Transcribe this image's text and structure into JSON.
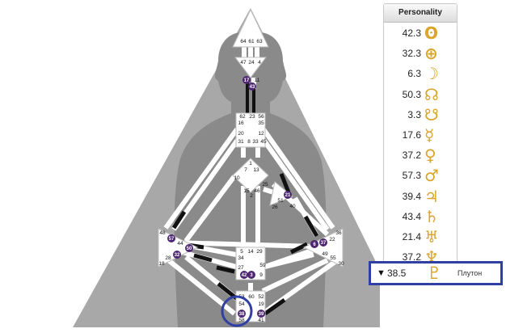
{
  "panel": {
    "title": "Personality"
  },
  "planets": [
    {
      "value": "42.3",
      "icon": "sun-icon",
      "glyph": "ʘ"
    },
    {
      "value": "32.3",
      "icon": "earth-icon",
      "glyph": "⊕"
    },
    {
      "value": "6.3",
      "icon": "moon-icon",
      "glyph": "☽"
    },
    {
      "value": "50.3",
      "icon": "north-node-icon",
      "glyph": "☊"
    },
    {
      "value": "3.3",
      "icon": "south-node-icon",
      "glyph": "☋"
    },
    {
      "value": "17.6",
      "icon": "mercury-icon",
      "glyph": "☿"
    },
    {
      "value": "37.2",
      "icon": "venus-icon",
      "glyph": "♀"
    },
    {
      "value": "57.3",
      "icon": "mars-icon",
      "glyph": "♂"
    },
    {
      "value": "39.4",
      "icon": "jupiter-icon",
      "glyph": "♃"
    },
    {
      "value": "43.4",
      "icon": "saturn-icon",
      "glyph": "♄"
    },
    {
      "value": "21.4",
      "icon": "uranus-icon",
      "glyph": "♅"
    },
    {
      "value": "37.2",
      "icon": "neptune-icon",
      "glyph": "♆"
    }
  ],
  "pluto": {
    "arrow": "▼",
    "value": "38.5",
    "icon": "pluto-icon",
    "glyph": "♇",
    "name": "Плутон"
  },
  "gates": {
    "g64": "64",
    "g61": "61",
    "g63": "63",
    "g47": "47",
    "g24": "24",
    "g4": "4",
    "g17": "17",
    "g11": "11",
    "g43": "43",
    "g62": "62",
    "g23": "23",
    "g56": "56",
    "g16": "16",
    "g35": "35",
    "g20": "20",
    "g12": "12",
    "g31": "31",
    "g8": "8",
    "g33": "33",
    "g45": "45",
    "g1": "1",
    "g7": "7",
    "g13": "13",
    "g10": "10",
    "g25": "25",
    "g15": "15",
    "g2": "2",
    "g46": "46",
    "g21": "21",
    "g51": "51",
    "g26": "26",
    "g40": "40",
    "g48": "48",
    "g57": "57",
    "g44": "44",
    "g50": "50",
    "g32": "32",
    "g28": "28",
    "g18": "18",
    "g5": "5",
    "g14": "14",
    "g29": "29",
    "g34": "34",
    "g27": "27",
    "g59": "59",
    "g42": "42",
    "g3": "3",
    "g9": "9",
    "g36": "36",
    "g6": "6",
    "g37": "37",
    "g22": "22",
    "g49": "49",
    "g55": "55",
    "g30": "30",
    "g53": "53",
    "g60": "60",
    "g52": "52",
    "g54": "54",
    "g19": "19",
    "g38": "38",
    "g39": "39",
    "g58": "58",
    "g41": "41"
  },
  "colors": {
    "activation": "#4d2670",
    "highlight_ring": "#2f3fa3",
    "glyph": "#d9a52a"
  }
}
